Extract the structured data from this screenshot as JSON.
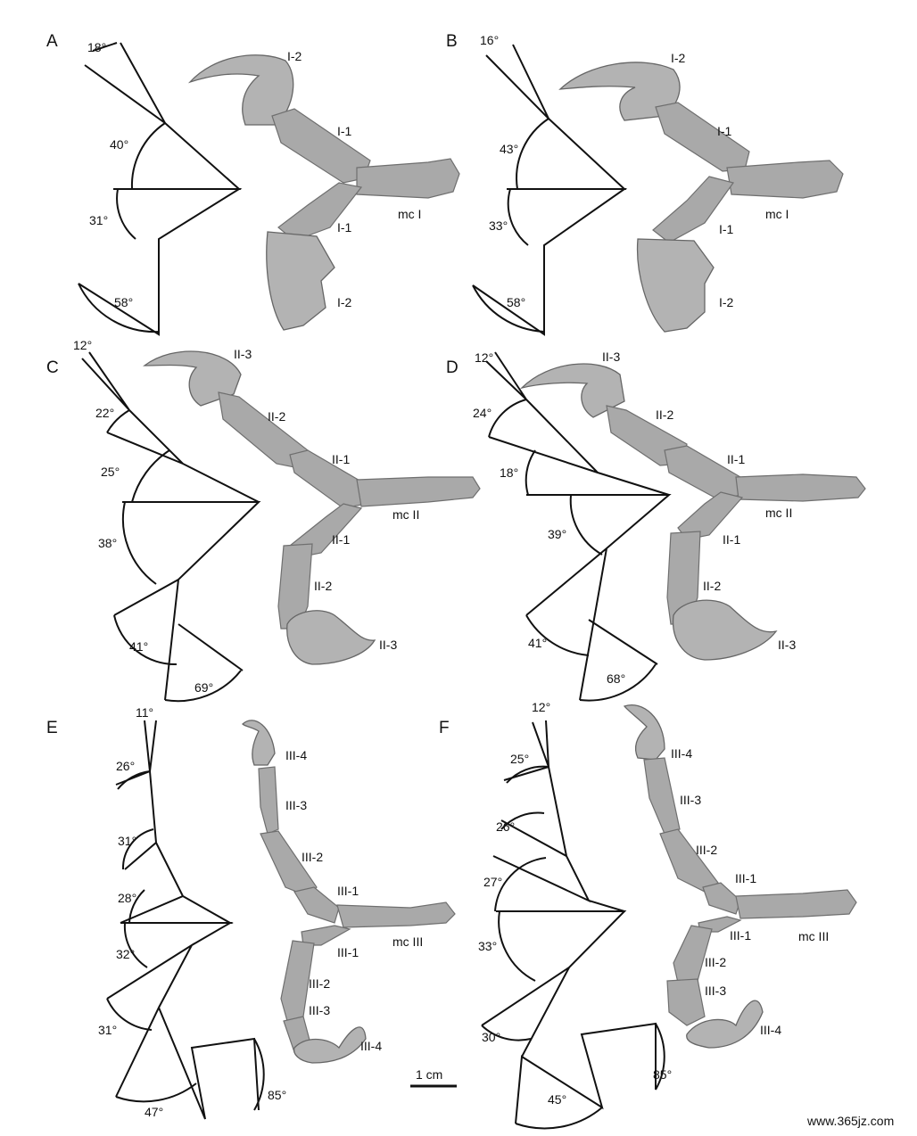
{
  "panels": [
    {
      "label": "A",
      "angles": [
        "18°",
        "40°",
        "31°",
        "58°"
      ],
      "bones": [
        "I-2",
        "I-1",
        "mc I",
        "I-1",
        "I-2"
      ]
    },
    {
      "label": "B",
      "angles": [
        "16°",
        "43°",
        "33°",
        "58°"
      ],
      "bones": [
        "I-2",
        "I-1",
        "mc I",
        "I-1",
        "I-2"
      ]
    },
    {
      "label": "C",
      "angles": [
        "12°",
        "22°",
        "25°",
        "38°",
        "41°",
        "69°"
      ],
      "bones": [
        "II-3",
        "II-2",
        "II-1",
        "mc II",
        "II-1",
        "II-2",
        "II-3"
      ]
    },
    {
      "label": "D",
      "angles": [
        "12°",
        "24°",
        "18°",
        "39°",
        "41°",
        "68°"
      ],
      "bones": [
        "II-3",
        "II-2",
        "II-1",
        "mc II",
        "II-1",
        "II-2",
        "II-3"
      ]
    },
    {
      "label": "E",
      "angles": [
        "11°",
        "26°",
        "31°",
        "28°",
        "32°",
        "31°",
        "47°",
        "85°"
      ],
      "bones": [
        "III-4",
        "III-3",
        "III-2",
        "III-1",
        "mc III",
        "III-1",
        "III-2",
        "III-3",
        "III-4"
      ]
    },
    {
      "label": "F",
      "angles": [
        "12°",
        "25°",
        "26°",
        "27°",
        "33°",
        "30°",
        "45°",
        "85°"
      ],
      "bones": [
        "III-4",
        "III-3",
        "III-2",
        "III-1",
        "mc III",
        "III-1",
        "III-2",
        "III-3",
        "III-4"
      ]
    }
  ],
  "scale_bar": {
    "label": "1 cm"
  },
  "watermark": "www.365jz.com",
  "colors": {
    "bone_fill": "#a9a9a9",
    "line": "#111111",
    "background": "#ffffff"
  }
}
